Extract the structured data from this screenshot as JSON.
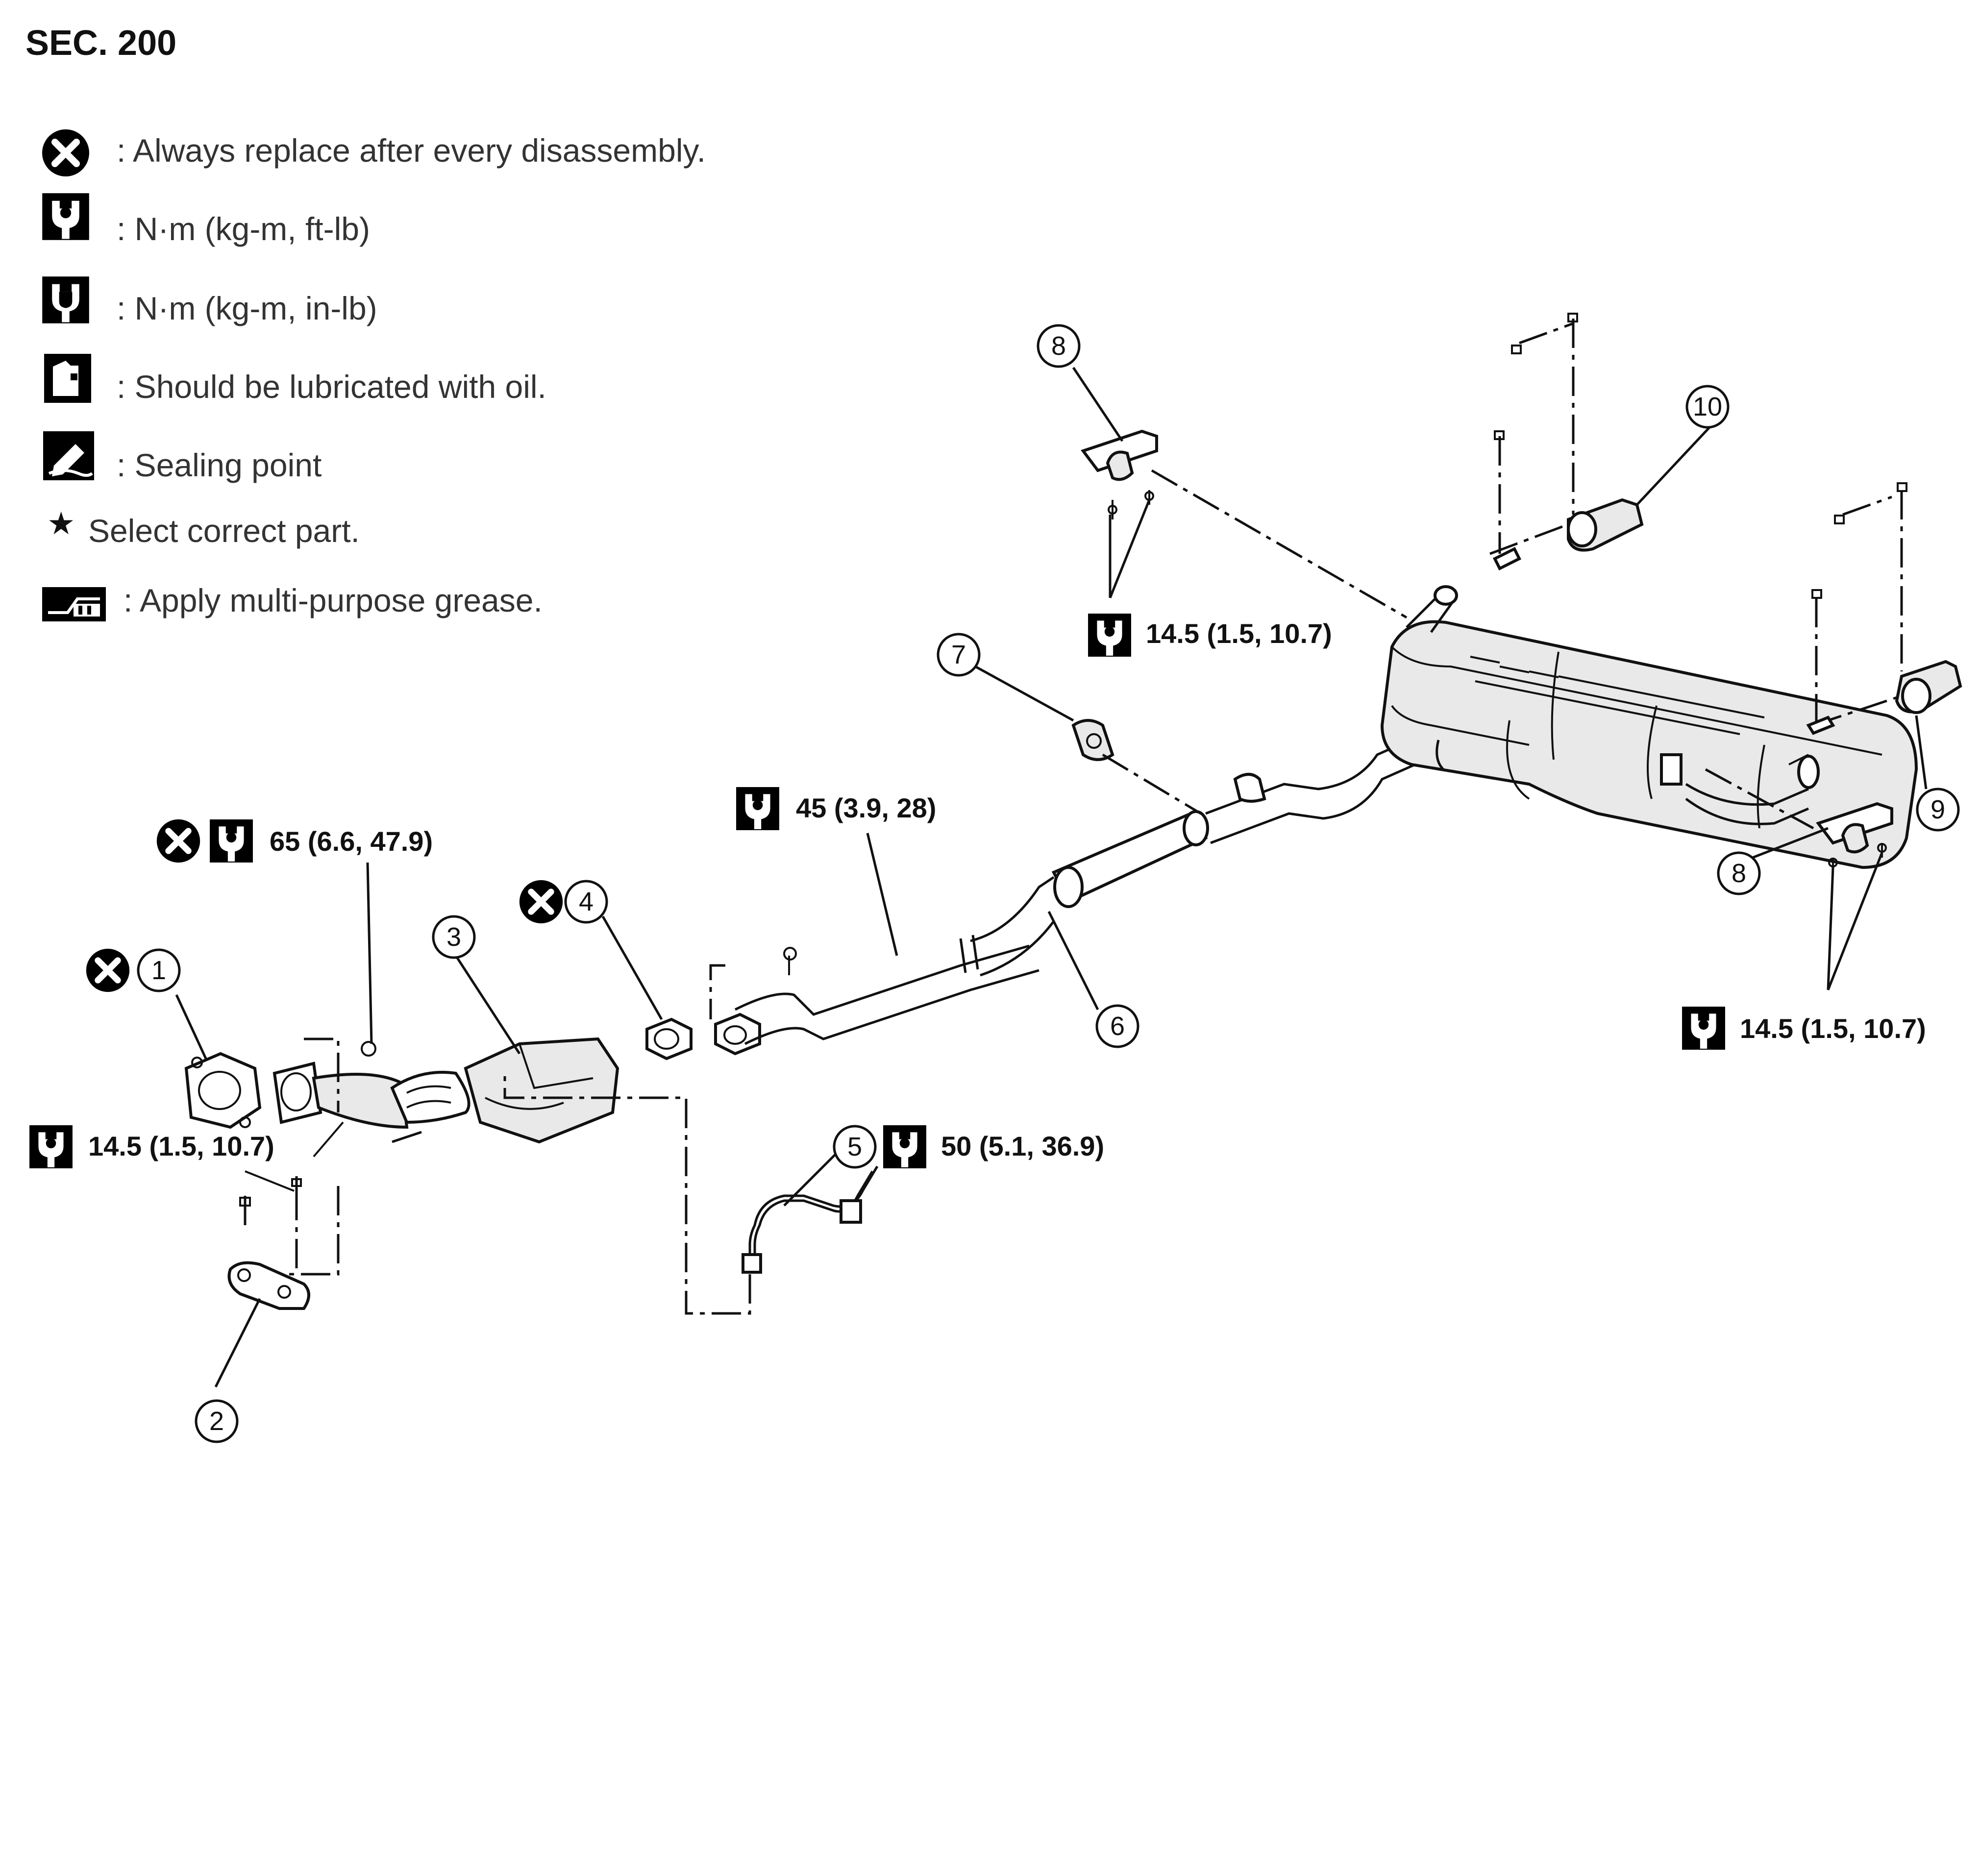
{
  "section": "SEC. 200",
  "legend": [
    {
      "icon": "replace-x-icon",
      "text": ": Always replace after every disassembly."
    },
    {
      "icon": "torque-wrench-icon",
      "text": ": N·m (kg-m, ft-lb)"
    },
    {
      "icon": "torque-wrench-solid-icon",
      "text": ": N·m (kg-m, in-lb)"
    },
    {
      "icon": "oil-can-icon",
      "text": ": Should be lubricated with oil."
    },
    {
      "icon": "sealing-point-icon",
      "text": ": Sealing point"
    },
    {
      "icon": "star-icon",
      "text": "Select correct part."
    },
    {
      "icon": "grease-icon",
      "text": ": Apply multi-purpose grease."
    }
  ],
  "star_glyph": "★",
  "callouts": [
    "1",
    "2",
    "3",
    "4",
    "5",
    "6",
    "7",
    "8",
    "8",
    "9",
    "10"
  ],
  "torques": {
    "front_tube_nut": "65 (6.6, 47.9)",
    "front_bracket_bolts": "14.5 (1.5, 10.7)",
    "center_tube_nut": "45 (3.9, 28)",
    "sensor": "50 (5.1, 36.9)",
    "rear_mount_left": "14.5 (1.5, 10.7)",
    "rear_mount_right": "14.5 (1.5, 10.7)"
  }
}
